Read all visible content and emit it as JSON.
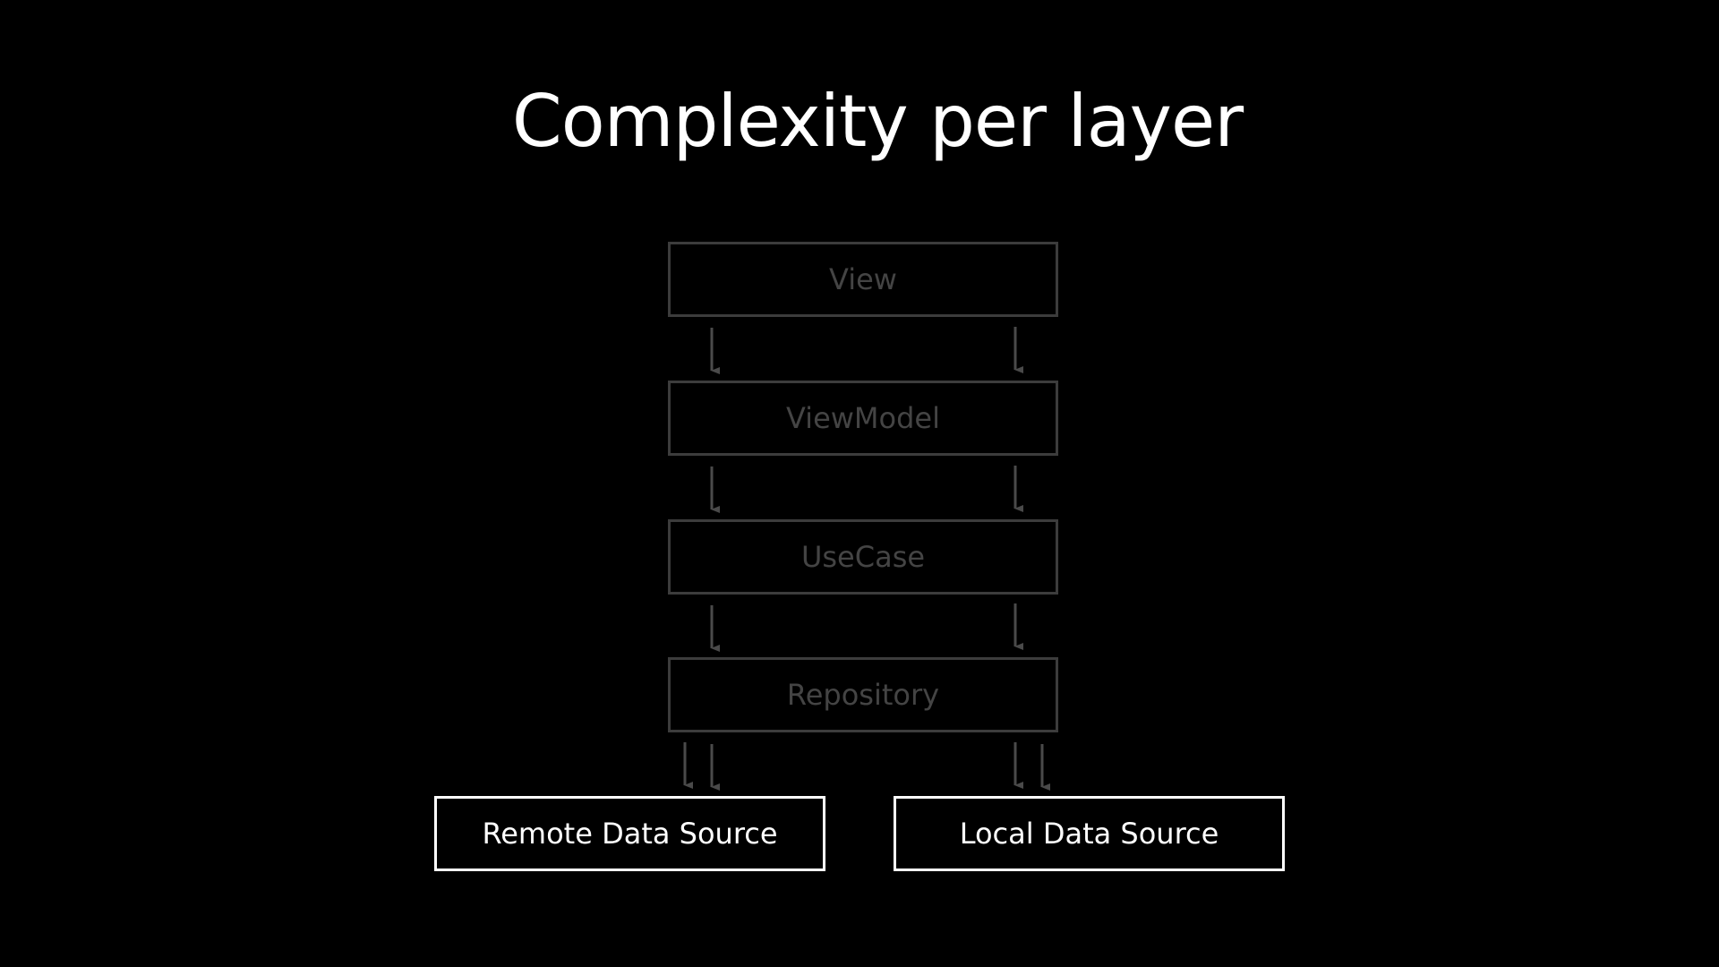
{
  "slide": {
    "title": "Complexity per layer"
  },
  "diagram": {
    "layers": [
      {
        "id": "view",
        "label": "View",
        "state": "dim"
      },
      {
        "id": "viewmodel",
        "label": "ViewModel",
        "state": "dim"
      },
      {
        "id": "usecase",
        "label": "UseCase",
        "state": "dim"
      },
      {
        "id": "repository",
        "label": "Repository",
        "state": "dim"
      }
    ],
    "sources": [
      {
        "id": "remote",
        "label": "Remote Data Source",
        "state": "highlighted"
      },
      {
        "id": "local",
        "label": "Local Data Source",
        "state": "highlighted"
      }
    ],
    "colors": {
      "background": "#000000",
      "dim_border": "#3c3c3c",
      "dim_text": "#444444",
      "highlight": "#ffffff",
      "arrow": "#4a4a4a"
    }
  }
}
